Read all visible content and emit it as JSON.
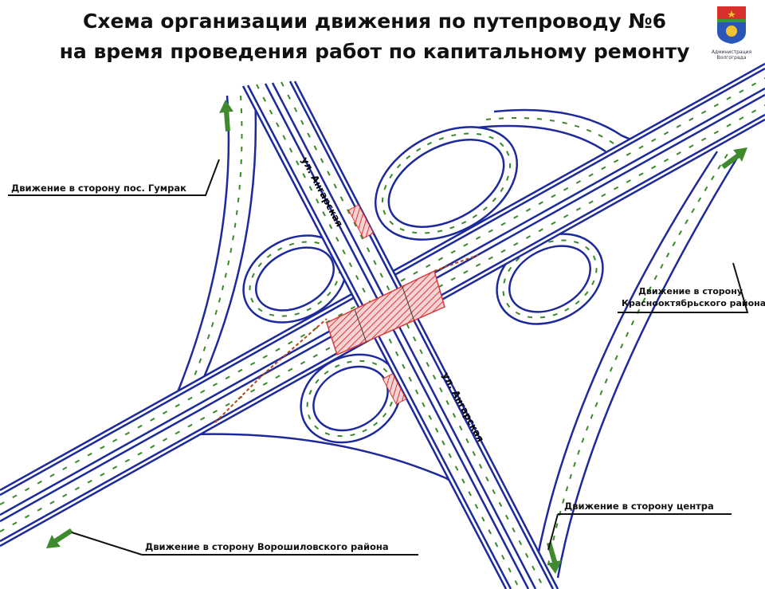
{
  "title": {
    "line1": "Схема организации движения по путепроводу №6",
    "line2": "на время проведения работ по капитальному ремонту"
  },
  "logo": {
    "caption_line1": "Администрация",
    "caption_line2": "Волгограда"
  },
  "street_labels": {
    "north": "ул. Ангарская",
    "south": "ул. Ангарская"
  },
  "directions": {
    "gumrak": "Движение в сторону пос. Гумрак",
    "krasnooktyabrsky_1": "Движение в сторону",
    "krasnooktyabrsky_2": "Краснооктябрьского района",
    "center": "Движение в сторону центра",
    "voroshilovsky": "Движение в сторону Ворошиловского района"
  },
  "colors": {
    "road_edge": "#1c2a9c",
    "traffic_arrow": "#3a8a2a",
    "work_zone": "#d9383a",
    "direction_arrow": "#3f8a2f"
  }
}
